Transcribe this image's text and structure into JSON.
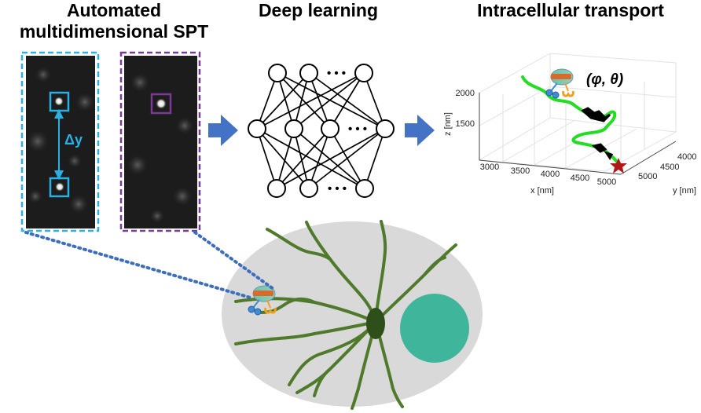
{
  "panels": {
    "spt": {
      "title_line1": "Automated",
      "title_line2": "multidimensional SPT"
    },
    "deep_learning": {
      "title": "Deep learning"
    },
    "transport": {
      "title": "Intracellular transport"
    }
  },
  "microscopy": {
    "delta_label": "Δy",
    "frame_left_color": "#29b0e6",
    "frame_right_color": "#7a3b96"
  },
  "network": {
    "ellipsis": "• • •"
  },
  "plot3d": {
    "angle_label": "(φ, θ)",
    "z_axis_label": "z [nm]",
    "x_axis_label": "x [nm]",
    "y_axis_label": "y [nm]",
    "z_ticks": [
      "2000",
      "1500"
    ],
    "x_ticks": [
      "3000",
      "3500",
      "4000",
      "4500",
      "5000"
    ],
    "y_ticks": [
      "4000",
      "4500",
      "5000"
    ],
    "track_color": "#22dd22",
    "pause_color": "#000000",
    "end_marker_color": "#b01818"
  },
  "colors": {
    "arrow": "#4472c4",
    "cell": "#d9d9d9",
    "dendrite": "#4f7a2c",
    "nucleus": "#3fb59b",
    "soma": "#2f4f1a",
    "link_dots": "#3d6ebd"
  }
}
